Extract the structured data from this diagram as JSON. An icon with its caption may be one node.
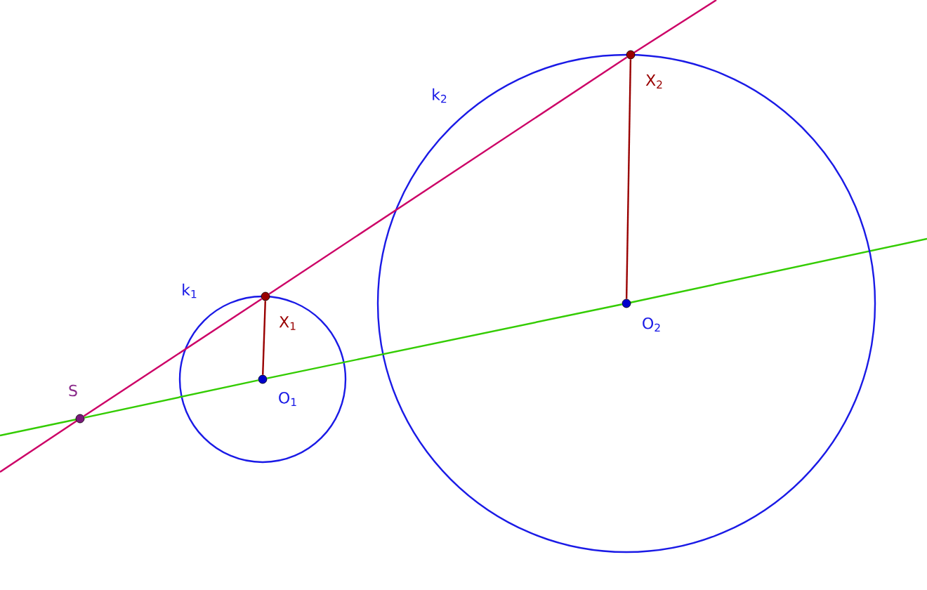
{
  "diagram": {
    "nodes": [
      {
        "text": [
          "k$_{1}$"
        ]
      },
      {
        "text": [
          "k$_{2}$"
        ]
      },
      {
        "text": [
          "S"
        ]
      },
      {
        "text": [
          "X$_{1}$"
        ]
      },
      {
        "text": [
          "O$_{1}$"
        ],
        "in": 0
      },
      {
        "text": [
          "X$_{2}$"
        ]
      },
      {
        "text": [
          "O$_{2}$"
        ],
        "in": 1
      }
    ],
    "edges": [
      {
        "from": 2,
        "to": 3,
        "arrow": "none",
        "color": "#cc0066"
      },
      {
        "from": 3,
        "to": 5,
        "arrow": "none",
        "color": "#cc0066"
      },
      {
        "from": 2,
        "to": 4,
        "arrow": "none",
        "color": "#33cc00"
      },
      {
        "from": 4,
        "to": 6,
        "arrow": "none",
        "color": "#33cc00"
      },
      {
        "from": 3,
        "to": 4,
        "arrow": "none",
        "color": "#990000"
      },
      {
        "from": 5,
        "to": 6,
        "arrow": "none",
        "color": "#990000"
      }
    ]
  }
}
